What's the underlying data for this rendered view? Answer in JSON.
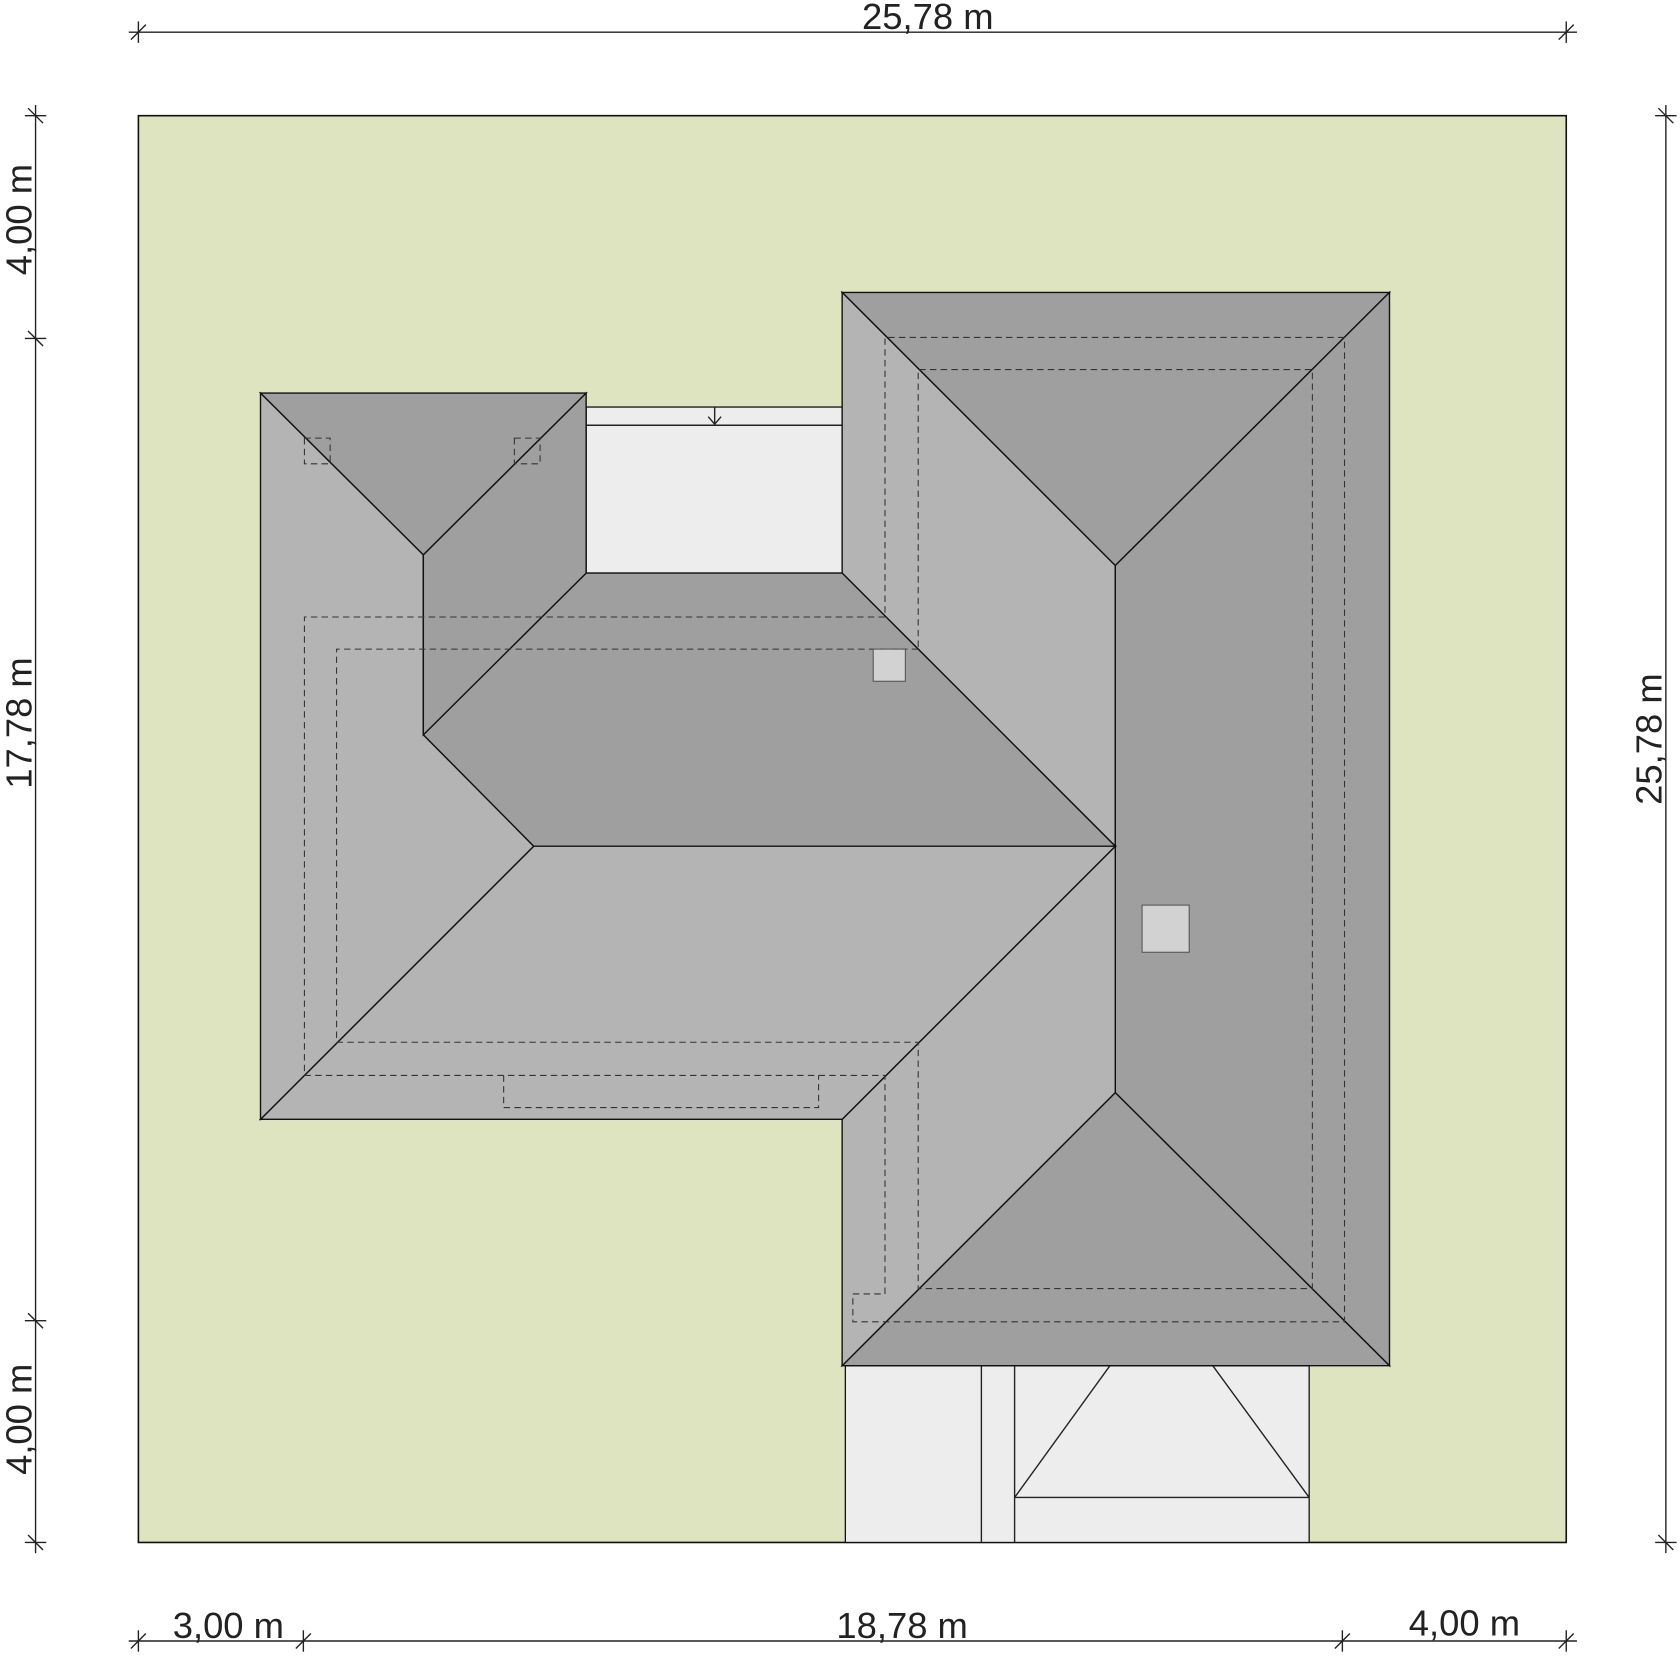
{
  "dimensions": {
    "top_total": "25,78 m",
    "left_top": "4,00 m",
    "left_middle": "17,78 m",
    "left_bottom": "4,00 m",
    "right_total": "25,78 m",
    "bottom_left": "3,00 m",
    "bottom_middle": "18,78 m",
    "bottom_right": "4,00 m"
  },
  "colors": {
    "plot": "#dfe4c0",
    "roof_dark": "#9e9f9e",
    "roof_light": "#b3b4b3",
    "paving": "#ecedec"
  }
}
